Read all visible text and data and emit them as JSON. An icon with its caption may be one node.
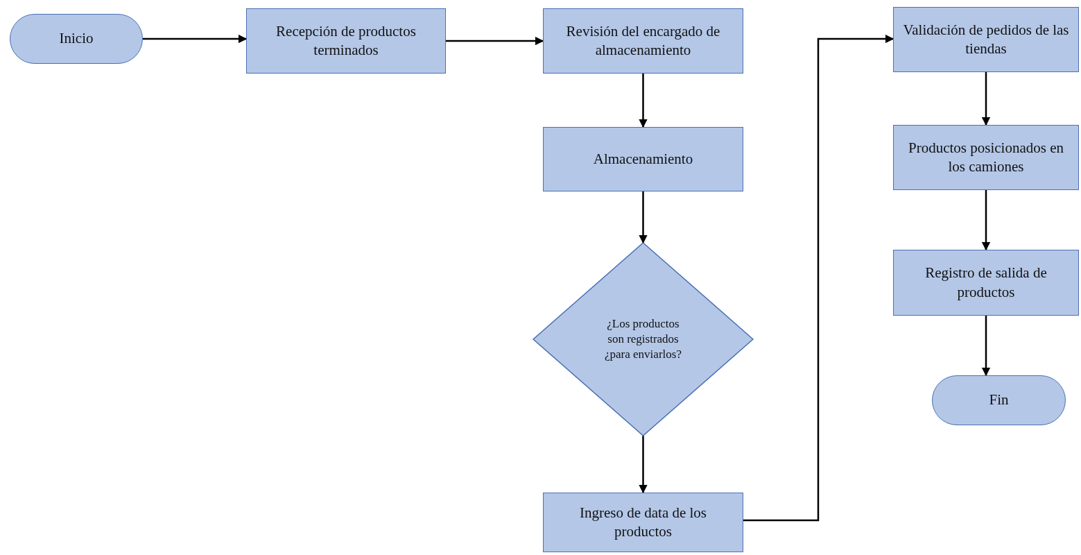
{
  "diagram": {
    "nodes": [
      {
        "text": [
          "Inicio"
        ]
      },
      {
        "text": [
          "Recepción de productos terminados"
        ]
      },
      {
        "text": [
          "Revisión del encargado de almacenamiento"
        ]
      },
      {
        "text": [
          "Almacenamiento"
        ]
      },
      {
        "text": [
          "¿Los productos son registrados ¿para enviarlos?"
        ]
      },
      {
        "text": [
          "Ingreso de data de los productos"
        ]
      },
      {
        "text": [
          "Validación de pedidos de las tiendas"
        ]
      },
      {
        "text": [
          "Productos posicionados en los camiones"
        ]
      },
      {
        "text": [
          "Registro de salida de productos"
        ]
      },
      {
        "text": [
          "Fin"
        ]
      }
    ],
    "edges": [
      {
        "from": 0,
        "to": 1,
        "arrow": "to"
      },
      {
        "from": 1,
        "to": 2,
        "arrow": "to"
      },
      {
        "from": 2,
        "to": 3,
        "arrow": "to"
      },
      {
        "from": 3,
        "to": 4,
        "arrow": "to"
      },
      {
        "from": 4,
        "to": 5,
        "arrow": "to"
      },
      {
        "from": 5,
        "to": 6,
        "arrow": "to"
      },
      {
        "from": 6,
        "to": 7,
        "arrow": "to"
      },
      {
        "from": 7,
        "to": 8,
        "arrow": "to"
      },
      {
        "from": 8,
        "to": 9,
        "arrow": "to"
      }
    ]
  }
}
